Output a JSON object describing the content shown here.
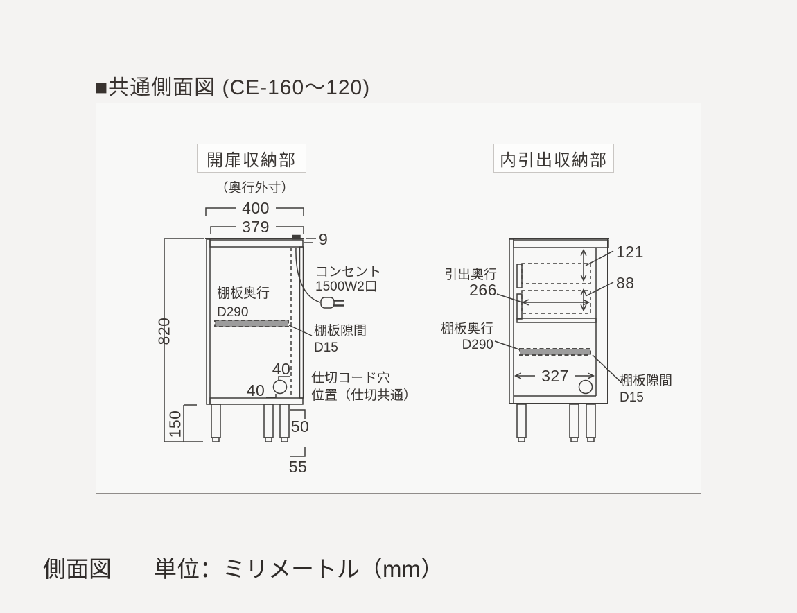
{
  "page": {
    "title": "■共通側面図 (CE-160〜120)",
    "footer_left": "側面図",
    "footer_right": "単位：ミリメートル（mm）"
  },
  "colors": {
    "line": "#3e3c3a",
    "shelf_fill": "#9c9c9c",
    "panel_bg": "#f8f8f7"
  },
  "left_view": {
    "box_label": "開扉収納部",
    "depth_note": "（奥行外寸）",
    "dim_outer_depth": "400",
    "dim_inner_depth": "379",
    "dim_top": "9",
    "dim_height": "820",
    "dim_leg_height": "150",
    "dim_hole_offset_top": "40",
    "dim_hole_offset_left": "40",
    "dim_leg_front": "50",
    "dim_leg_back": "55",
    "outlet_line1": "コンセント",
    "outlet_line2": "1500W2口",
    "shelf_depth_line1": "棚板奥行",
    "shelf_depth_line2": "D290",
    "shelf_gap_line1": "棚板隙間",
    "shelf_gap_line2": "D15",
    "hole_line1": "仕切コード穴",
    "hole_line2": "位置（仕切共通）"
  },
  "right_view": {
    "box_label": "内引出収納部",
    "dim_upper_drawer": "121",
    "dim_lower_drawer": "88",
    "drawer_depth_line1": "引出奥行",
    "drawer_depth_line2": "266",
    "shelf_depth_line1": "棚板奥行",
    "shelf_depth_line2": "D290",
    "dim_inner_width": "327",
    "shelf_gap_line1": "棚板隙間",
    "shelf_gap_line2": "D15"
  }
}
